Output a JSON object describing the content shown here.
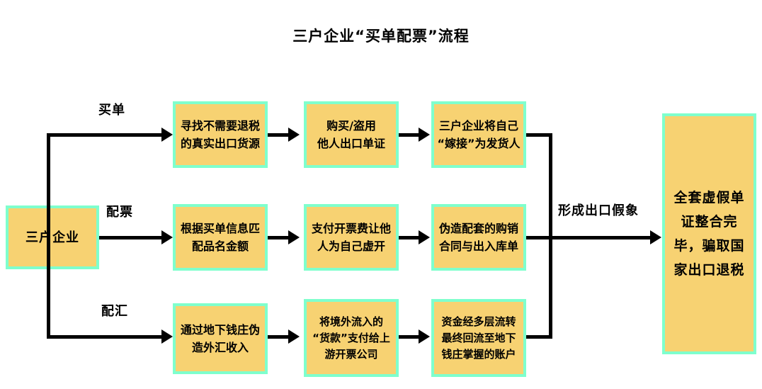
{
  "title": "三户企业“买单配票”流程",
  "colors": {
    "box_fill": "#F7D272",
    "box_border": "#7FFFCD",
    "line": "#000000",
    "text": "#000000",
    "background": "#FFFFFF"
  },
  "start_node": {
    "label": "三户企业"
  },
  "branch_labels": {
    "row1": "买单",
    "row2": "配票",
    "row3": "配汇"
  },
  "merge_label": "形成出口假象",
  "rows": [
    {
      "name": "买单",
      "steps": [
        {
          "lines": [
            "寻找不需要退税",
            "的真实出口货源"
          ]
        },
        {
          "lines": [
            "购买/盗用",
            "他人出口单证"
          ]
        },
        {
          "lines": [
            "三户企业将自己",
            "“嫁接”为发货人"
          ]
        }
      ]
    },
    {
      "name": "配票",
      "steps": [
        {
          "lines": [
            "根据买单信息匹",
            "配品名金额"
          ]
        },
        {
          "lines": [
            "支付开票费让他",
            "人为自己虚开"
          ]
        },
        {
          "lines": [
            "伪造配套的购销",
            "合同与出入库单"
          ]
        }
      ]
    },
    {
      "name": "配汇",
      "steps": [
        {
          "lines": [
            "通过地下钱庄伪",
            "造外汇收入"
          ]
        },
        {
          "lines": [
            "将境外流入的",
            "“货款”支付给上",
            "游开票公司"
          ]
        },
        {
          "lines": [
            "资金经多层流转",
            "最终回流至地下",
            "钱庄掌握的账户"
          ]
        }
      ]
    }
  ],
  "final_node": {
    "lines": [
      "全套虚假单",
      "证整合完",
      "毕，骗取国",
      "家出口退税"
    ]
  }
}
